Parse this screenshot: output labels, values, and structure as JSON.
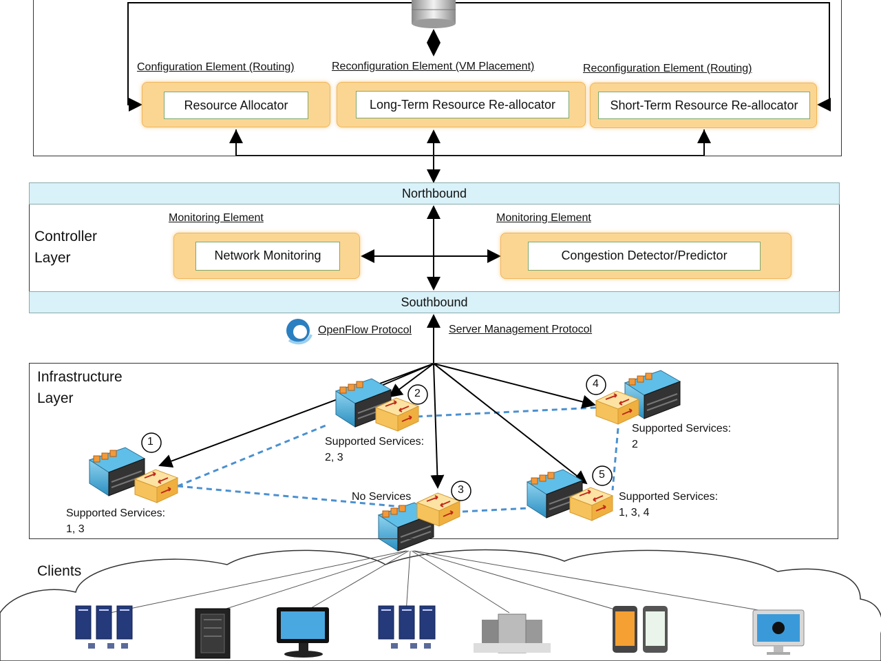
{
  "app_layer": {
    "labels": {
      "routing_config": "Configuration Element (Routing)",
      "vm_reconfig": "Reconfiguration Element  (VM Placement)",
      "routing_reconfig": "Reconfiguration Element (Routing)"
    },
    "modules": {
      "resource_allocator": "Resource Allocator",
      "long_term": "Long-Term Resource Re-allocator",
      "short_term": "Short-Term Resource Re-allocator"
    }
  },
  "controller_layer": {
    "title_line1": "Controller",
    "title_line2": "Layer",
    "northbound": "Northbound",
    "southbound": "Southbound",
    "monitoring_label_left": "Monitoring Element",
    "monitoring_label_right": "Monitoring Element",
    "network_monitoring": "Network Monitoring",
    "congestion": "Congestion Detector/Predictor"
  },
  "protocols": {
    "openflow": "OpenFlow Protocol",
    "server_mgmt": "Server Management Protocol"
  },
  "infrastructure": {
    "title_line1": "Infrastructure",
    "title_line2": "Layer",
    "nodes": [
      {
        "id": "1",
        "services_line1": "Supported Services:",
        "services_line2": "1, 3"
      },
      {
        "id": "2",
        "services_line1": "Supported Services:",
        "services_line2": "2, 3"
      },
      {
        "id": "3",
        "services_line1": "No Services",
        "services_line2": ""
      },
      {
        "id": "4",
        "services_line1": "Supported Services:",
        "services_line2": "2"
      },
      {
        "id": "5",
        "services_line1": "Supported Services:",
        "services_line2": "1, 3, 4"
      }
    ]
  },
  "clients": {
    "title": "Clients"
  },
  "icons": [
    "database-icon",
    "openflow-logo-icon",
    "server-host-icon",
    "switch-icon",
    "server-rack-icon",
    "monitor-icon",
    "phone-icon",
    "imac-icon",
    "cloud-icon"
  ],
  "colors": {
    "module_fill": "#fbd693",
    "band_fill": "#d9f1f8",
    "dashed_link": "#4a90d0"
  }
}
